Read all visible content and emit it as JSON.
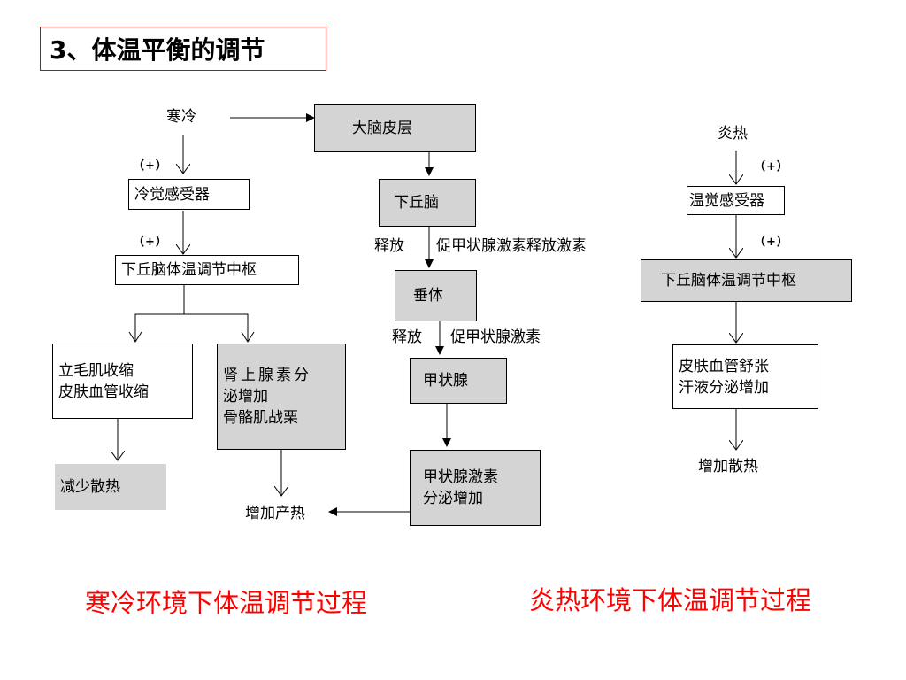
{
  "title": "3、体温平衡的调节",
  "cold": {
    "stimulus": "寒冷",
    "plus1": "（+）",
    "receptor": "冷觉感受器",
    "plus2": "（+）",
    "center": "下丘脑体温调节中枢",
    "effect1_line1": "立毛肌收缩",
    "effect1_line2": "皮肤血管收缩",
    "effect2_line1": "肾上腺素分",
    "effect2_line2": "泌增加",
    "effect2_line3": "骨骼肌战栗",
    "result_reduce": "减少散热",
    "result_increase": "增加产热"
  },
  "hormone": {
    "cortex": "大脑皮层",
    "hypothalamus": "下丘脑",
    "release1": "释放",
    "trh": "促甲状腺激素释放激素",
    "pituitary": "垂体",
    "release2": "释放",
    "tsh": "促甲状腺激素",
    "thyroid": "甲状腺",
    "thyroxine_line1": "甲状腺激素",
    "thyroxine_line2": "分泌增加"
  },
  "hot": {
    "stimulus": "炎热",
    "plus1": "（+）",
    "receptor": "温觉感受器",
    "plus2": "（+）",
    "center": "下丘脑体温调节中枢",
    "effect_line1": "皮肤血管舒张",
    "effect_line2": "汗液分泌增加",
    "result": "增加散热"
  },
  "captions": {
    "cold": "寒冷环境下体温调节过程",
    "hot": "炎热环境下体温调节过程"
  },
  "colors": {
    "box_gray": "#d4d4d4",
    "caption_red": "#ff0000",
    "title_border": "#e00000"
  }
}
